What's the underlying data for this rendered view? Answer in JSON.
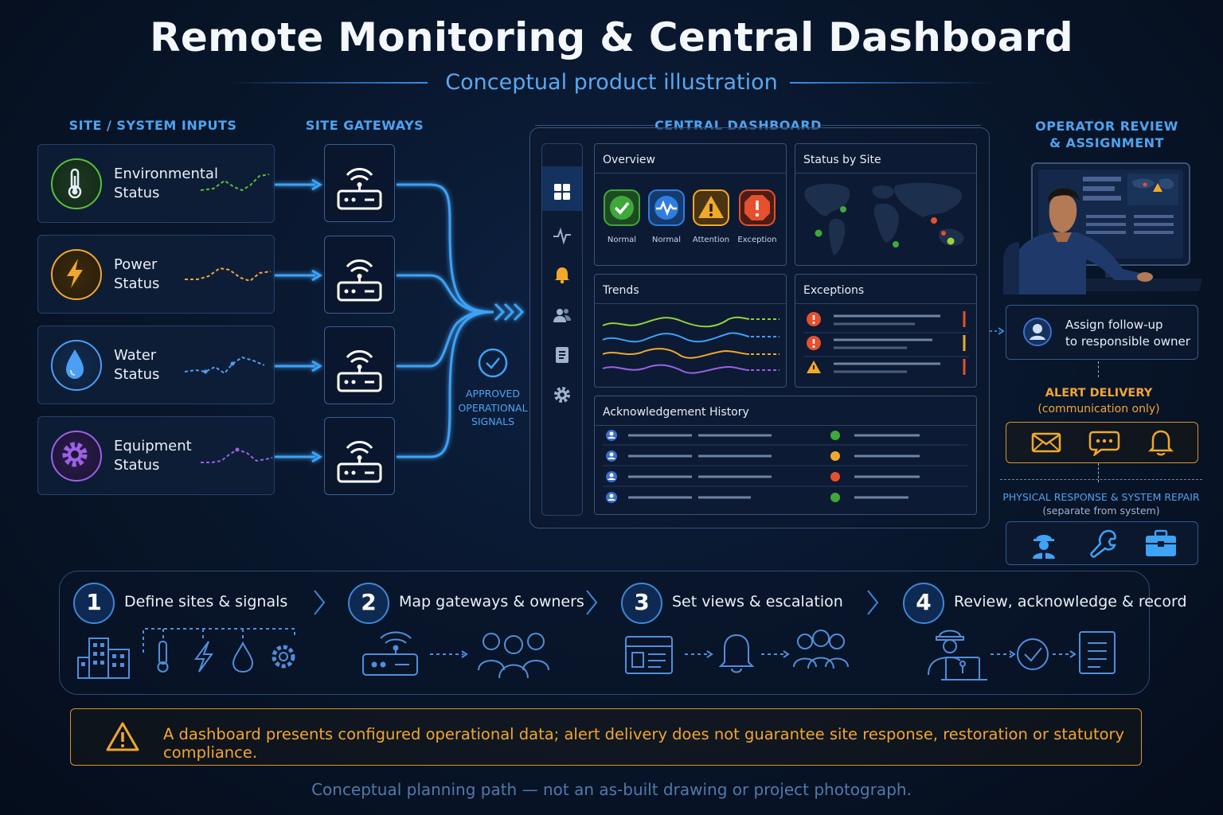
{
  "title": "Remote Monitoring & Central Dashboard",
  "subtitle": "Conceptual product illustration",
  "columns": {
    "inputs": "SITE / SYSTEM INPUTS",
    "gateways": "SITE GATEWAYS",
    "dashboard": "CENTRAL DASHBOARD",
    "operator": "OPERATOR REVIEW\n& ASSIGNMENT"
  },
  "inputs": [
    {
      "line1": "Environmental",
      "line2": "Status",
      "icon": "thermometer-icon",
      "color": "#5bbf3a"
    },
    {
      "line1": "Power",
      "line2": "Status",
      "icon": "lightning-icon",
      "color": "#f0a92c"
    },
    {
      "line1": "Water",
      "line2": "Status",
      "icon": "water-drop-icon",
      "color": "#4d9ef5"
    },
    {
      "line1": "Equipment",
      "line2": "Status",
      "icon": "gear-icon",
      "color": "#9a62e6"
    }
  ],
  "approved": "APPROVED\nOPERATIONAL\nSIGNALS",
  "dashboard": {
    "overview": {
      "title": "Overview",
      "statuses": [
        {
          "label": "Normal",
          "icon": "check-icon",
          "color": "#3fa83a"
        },
        {
          "label": "Normal",
          "icon": "pulse-icon",
          "color": "#2f7de0"
        },
        {
          "label": "Attention",
          "icon": "warning-icon",
          "color": "#f0a92c"
        },
        {
          "label": "Exception",
          "icon": "exclamation-icon",
          "color": "#e5502e"
        }
      ]
    },
    "status_by_site": "Status by Site",
    "trends": "Trends",
    "exceptions": "Exceptions",
    "ack_history": "Acknowledgement History"
  },
  "operator": {
    "assign_line1": "Assign follow-up",
    "assign_line2": "to responsible owner",
    "alert_title": "ALERT DELIVERY",
    "alert_sub": "(communication only)",
    "physical_title": "PHYSICAL RESPONSE & SYSTEM REPAIR",
    "physical_sub": "(separate from system)"
  },
  "steps": [
    {
      "num": "1",
      "label": "Define sites & signals"
    },
    {
      "num": "2",
      "label": "Map gateways & owners"
    },
    {
      "num": "3",
      "label": "Set views & escalation"
    },
    {
      "num": "4",
      "label": "Review, acknowledge & record"
    }
  ],
  "warning": "A dashboard presents configured operational data; alert delivery does not guarantee site response, restoration or statutory compliance.",
  "footer": "Conceptual planning path — not an as-built drawing or project photograph.",
  "colors": {
    "accent": "#4fa3f0",
    "warning": "#f2a531"
  }
}
